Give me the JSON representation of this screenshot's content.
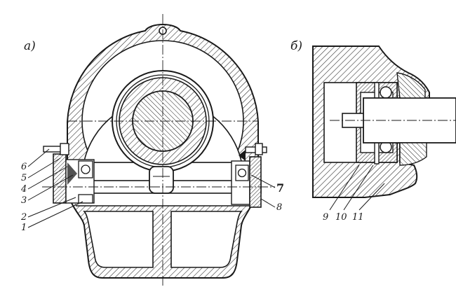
{
  "panels": {
    "a": "a)",
    "b": "б)"
  },
  "callouts_a": [
    "6",
    "5",
    "4",
    "3",
    "2",
    "1",
    "7",
    "8"
  ],
  "callouts_b": [
    "9",
    "10",
    "11"
  ],
  "colors": {
    "ink": "#1a1a1a",
    "paper": "#ffffff"
  }
}
